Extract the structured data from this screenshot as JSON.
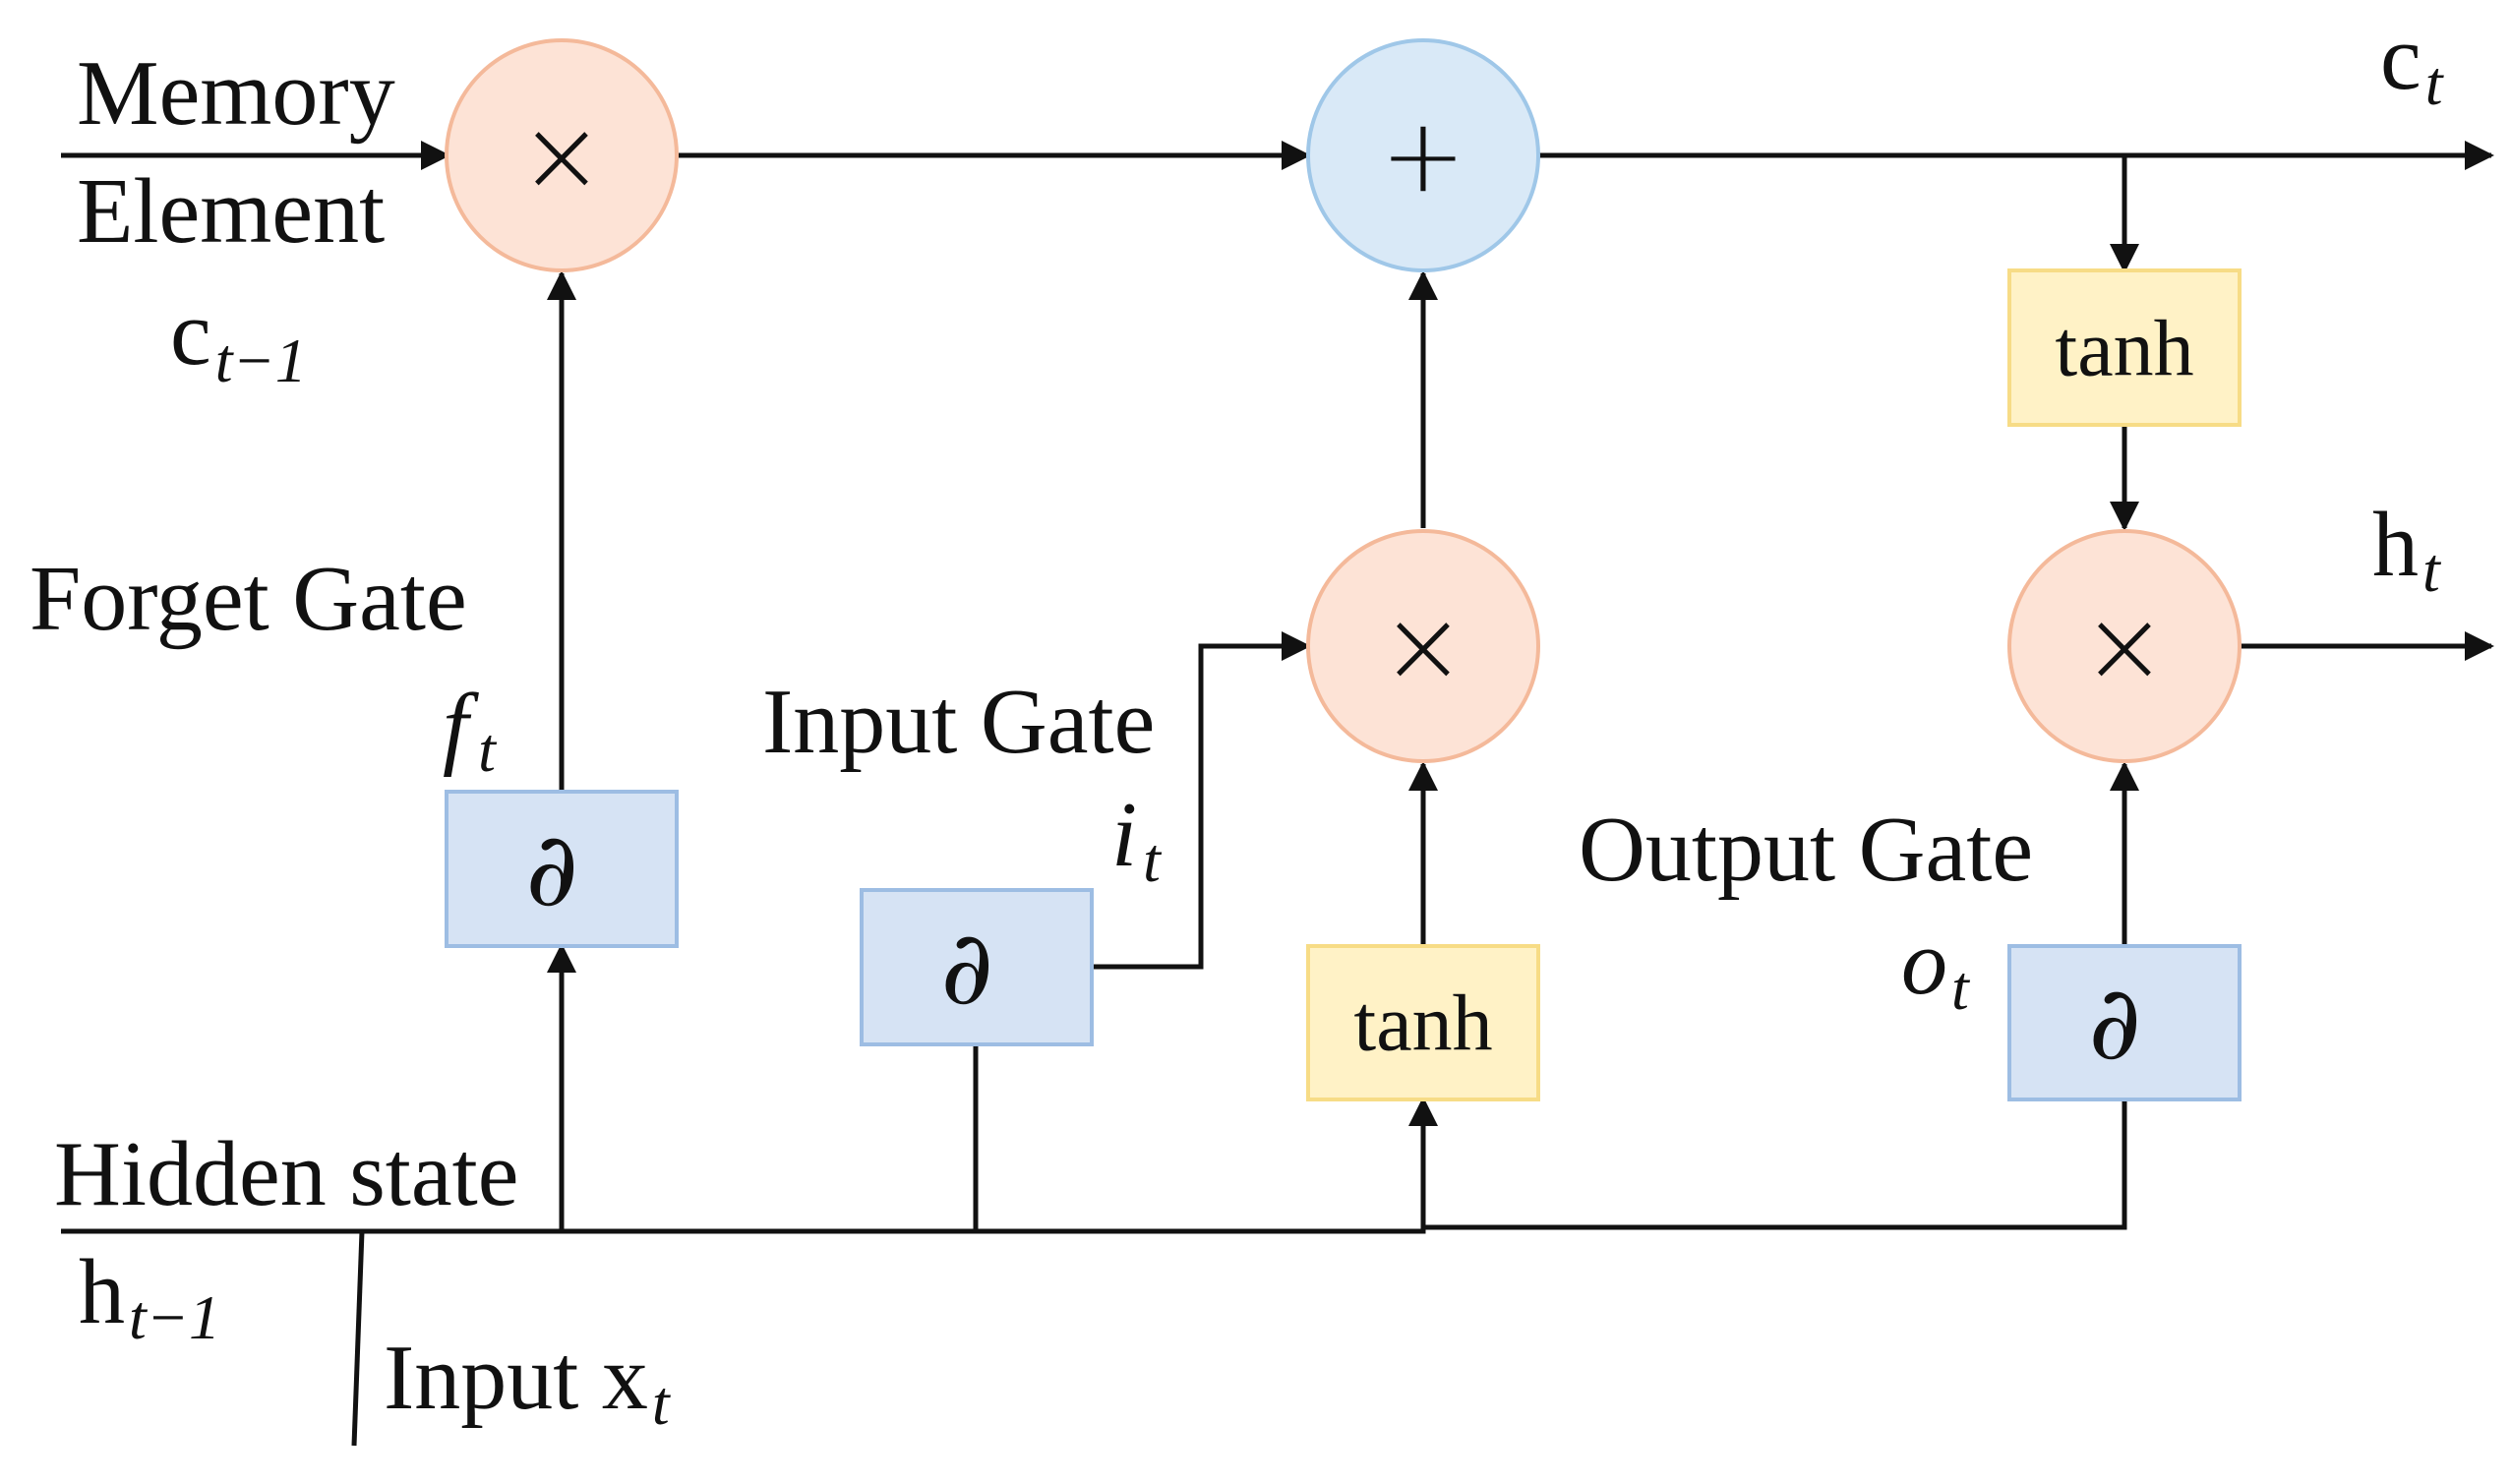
{
  "labels": {
    "memory_line1": "Memory",
    "memory_line2": "Element",
    "c_prev_base": "c",
    "c_prev_sub": "t−1",
    "forget_gate": "Forget Gate",
    "f_t_base": "f",
    "f_t_sub": "t",
    "input_gate": "Input Gate",
    "i_t_base": "i",
    "i_t_sub": "t",
    "output_gate": "Output Gate",
    "o_t_base": "o",
    "o_t_sub": "t",
    "hidden_state": "Hidden state",
    "h_prev_base": "h",
    "h_prev_sub": "t−1",
    "input_x_prefix": "Input x",
    "input_x_sub": "t",
    "c_t_base": "c",
    "c_t_sub": "t",
    "h_t_base": "h",
    "h_t_sub": "t"
  },
  "operators": {
    "multiply": "×",
    "add": "+",
    "sigmoid": "∂",
    "tanh": "tanh"
  },
  "colors": {
    "multiply_fill": "#fde3d6",
    "multiply_stroke": "#f4b99a",
    "add_fill": "#d9e9f7",
    "add_stroke": "#9fc7e8",
    "sigmoid_fill": "#d6e3f4",
    "sigmoid_stroke": "#9dbde3",
    "tanh_fill": "#fff2c6",
    "tanh_stroke": "#f7dc86"
  }
}
